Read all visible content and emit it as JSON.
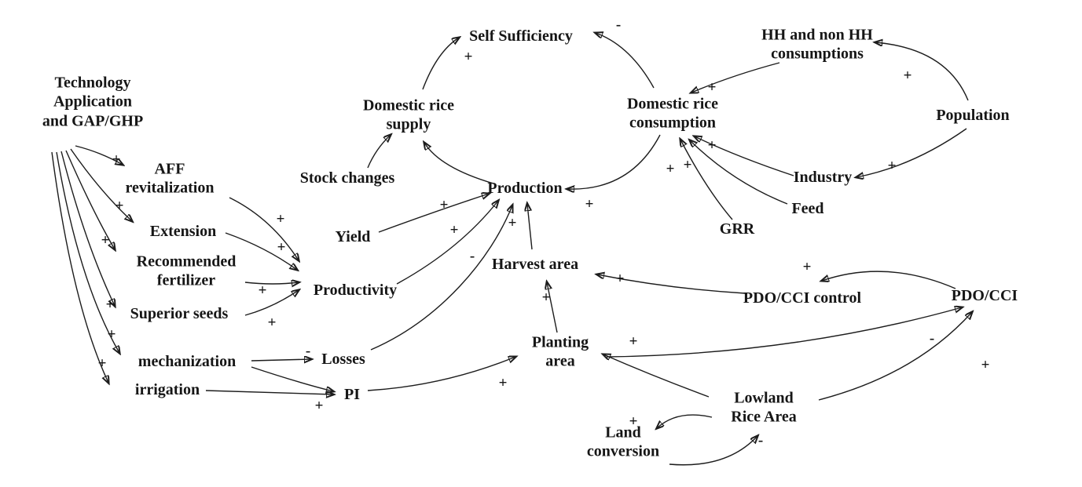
{
  "diagram": {
    "type": "causal-loop-diagram",
    "nodes": {
      "technology": {
        "label": "Technology\nApplication\nand GAP/GHP"
      },
      "aff": {
        "label": "AFF\nrevitalization"
      },
      "extension": {
        "label": "Extension"
      },
      "fertilizer": {
        "label": "Recommended\nfertilizer"
      },
      "seeds": {
        "label": "Superior seeds"
      },
      "mechanization": {
        "label": "mechanization"
      },
      "irrigation": {
        "label": "irrigation"
      },
      "yield": {
        "label": "Yield"
      },
      "productivity": {
        "label": "Productivity"
      },
      "losses": {
        "label": "Losses"
      },
      "pi": {
        "label": "PI"
      },
      "stock": {
        "label": "Stock changes"
      },
      "supply": {
        "label": "Domestic rice\nsupply"
      },
      "selfsuff": {
        "label": "Self Sufficiency"
      },
      "consumption": {
        "label": "Domestic rice\nconsumption"
      },
      "hh": {
        "label": "HH and non HH\nconsumptions"
      },
      "population": {
        "label": "Population"
      },
      "industry": {
        "label": "Industry"
      },
      "feed": {
        "label": "Feed"
      },
      "grr": {
        "label": "GRR"
      },
      "production": {
        "label": "Production"
      },
      "harvest": {
        "label": "Harvest area"
      },
      "planting": {
        "label": "Planting\narea"
      },
      "pdocontrol": {
        "label": "PDO/CCI control"
      },
      "pdocci": {
        "label": "PDO/CCI"
      },
      "lowland": {
        "label": "Lowland\nRice Area"
      },
      "landconv": {
        "label": "Land\nconversion"
      }
    },
    "edges": [
      {
        "from": "supply",
        "to": "selfsuff",
        "sign": "+"
      },
      {
        "from": "consumption",
        "to": "selfsuff",
        "sign": "-"
      },
      {
        "from": "hh",
        "to": "consumption",
        "sign": "+"
      },
      {
        "from": "population",
        "to": "hh",
        "sign": "+"
      },
      {
        "from": "population",
        "to": "industry",
        "sign": "+"
      },
      {
        "from": "industry",
        "to": "consumption",
        "sign": "+"
      },
      {
        "from": "feed",
        "to": "consumption",
        "sign": "+"
      },
      {
        "from": "grr",
        "to": "consumption",
        "sign": "+"
      },
      {
        "from": "consumption",
        "to": "production",
        "sign": "+"
      },
      {
        "from": "yield",
        "to": "production",
        "sign": "+"
      },
      {
        "from": "productivity",
        "to": "production",
        "sign": "+"
      },
      {
        "from": "harvest",
        "to": "production",
        "sign": "+"
      },
      {
        "from": "losses",
        "to": "production",
        "sign": "-"
      },
      {
        "from": "planting",
        "to": "harvest",
        "sign": "+"
      },
      {
        "from": "pdocontrol",
        "to": "harvest",
        "sign": "+"
      },
      {
        "from": "pdocci",
        "to": "pdocontrol",
        "sign": "+"
      },
      {
        "from": "lowland",
        "to": "planting",
        "sign": "+"
      },
      {
        "from": "planting",
        "to": "pdocci",
        "sign": "-"
      },
      {
        "from": "lowland",
        "to": "pdocci",
        "sign": "+"
      },
      {
        "from": "pi",
        "to": "planting",
        "sign": "+"
      },
      {
        "from": "irrigation",
        "to": "pi",
        "sign": "+"
      },
      {
        "from": "mechanization",
        "to": "losses",
        "sign": "-"
      },
      {
        "from": "fertilizer",
        "to": "productivity",
        "sign": "+"
      },
      {
        "from": "seeds",
        "to": "productivity",
        "sign": "+"
      },
      {
        "from": "aff",
        "to": "productivity",
        "sign": "+"
      },
      {
        "from": "extension",
        "to": "productivity",
        "sign": "+"
      },
      {
        "from": "technology",
        "to": "aff",
        "sign": "+"
      },
      {
        "from": "technology",
        "to": "extension",
        "sign": "+"
      },
      {
        "from": "technology",
        "to": "fertilizer",
        "sign": "+"
      },
      {
        "from": "technology",
        "to": "seeds",
        "sign": "+"
      },
      {
        "from": "technology",
        "to": "mechanization",
        "sign": "+"
      },
      {
        "from": "technology",
        "to": "irrigation",
        "sign": "+"
      },
      {
        "from": "lowland",
        "to": "landconv",
        "sign": "+"
      },
      {
        "from": "landconv",
        "to": "lowland",
        "sign": "-"
      },
      {
        "from": "mechanization",
        "to": "pi",
        "sign": ""
      },
      {
        "from": "production",
        "to": "supply",
        "sign": ""
      },
      {
        "from": "stock",
        "to": "supply",
        "sign": ""
      }
    ]
  }
}
